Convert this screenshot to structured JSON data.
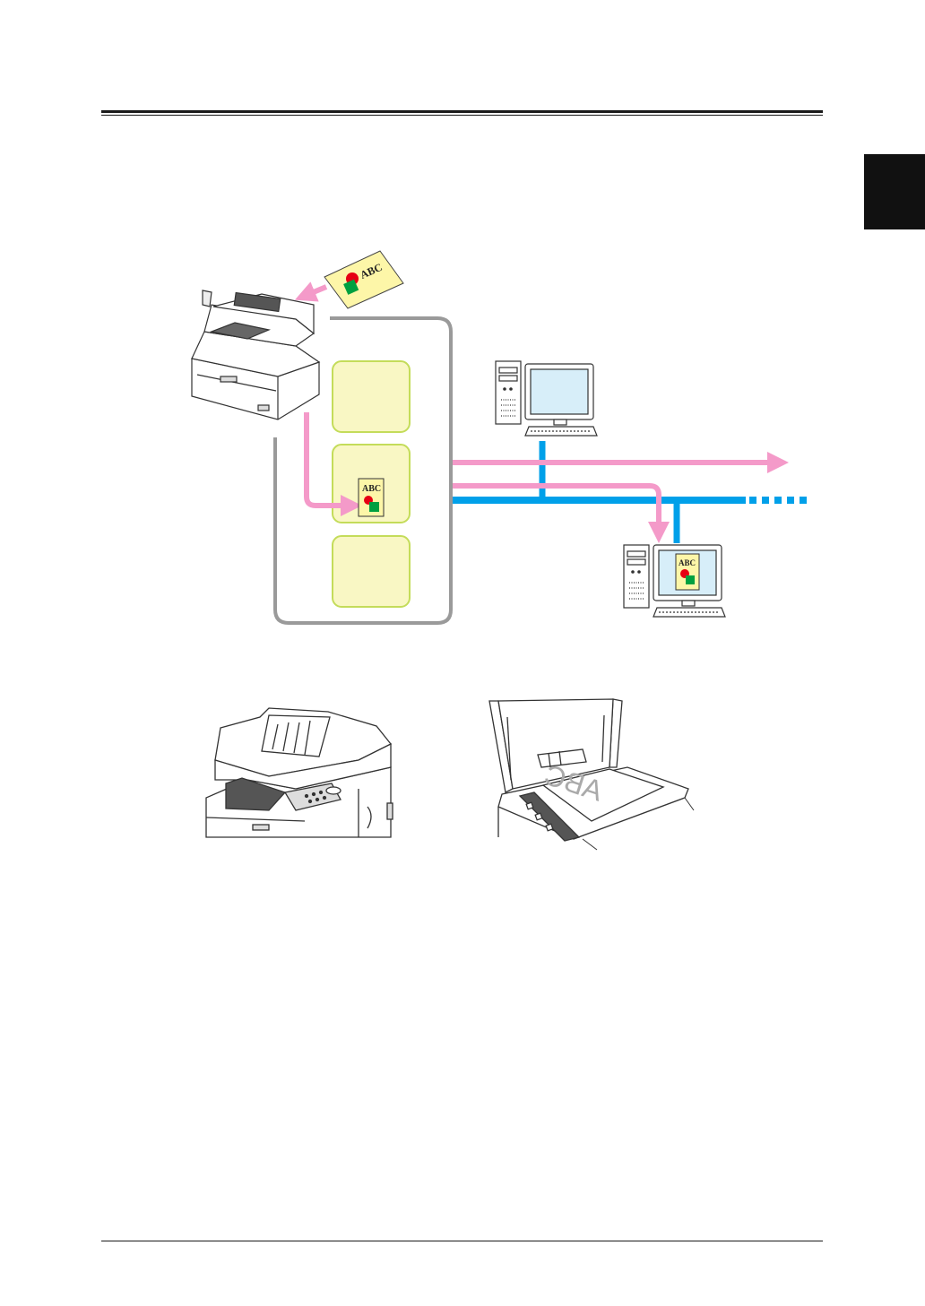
{
  "header": {
    "chapter_tab_color": "#111111"
  },
  "diagram": {
    "document_label": "ABC",
    "colors": {
      "pink_flow": "#f49ac9",
      "network_blue": "#00a0e9",
      "box_fill": "#f9f7c4",
      "box_border": "#c4dc5a",
      "monitor_screen": "#d7eef9",
      "red_dot": "#e60012",
      "green_square": "#00a040"
    },
    "icons": [
      "multifunction-printer-icon",
      "document-icon",
      "desktop-computer-icon",
      "desktop-computer-icon"
    ]
  },
  "bottom_figures": {
    "left": "feeder-illustration",
    "right": "platen-glass-illustration",
    "mirrored_label": "ABC"
  }
}
